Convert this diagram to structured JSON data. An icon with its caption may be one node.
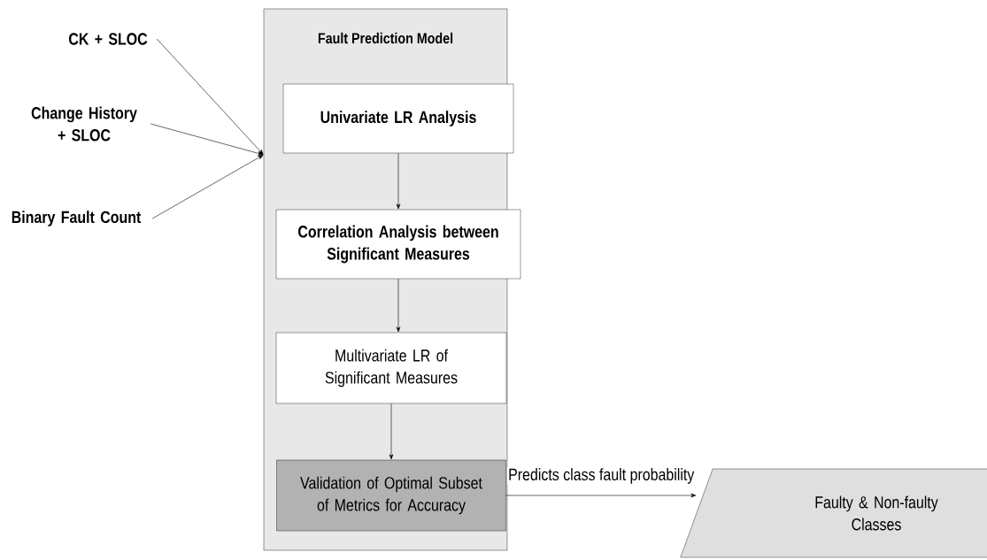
{
  "diagram": {
    "nodes": [
      {
        "text": [
          "Fault Prediction Model"
        ]
      },
      {
        "text": [
          "Univariate LR Analysis"
        ],
        "in": 0
      },
      {
        "text": [
          "Correlation Analysis between Significant Measures"
        ],
        "in": 0
      },
      {
        "text": [
          "Multivariate LR of Significant Measures"
        ],
        "in": 0
      },
      {
        "text": [
          "Validation of Optimal Subset of Metrics for Accuracy"
        ],
        "in": 0
      },
      {
        "text": [
          "Faulty & Non-faulty Classes"
        ]
      },
      {
        "text": [
          "CK + SLOC"
        ]
      },
      {
        "text": [
          "Change History + SLOC"
        ]
      },
      {
        "text": [
          "Binary Fault Count"
        ]
      }
    ],
    "edges": [
      {
        "from": 6,
        "to": 0,
        "arrow": "to"
      },
      {
        "from": 7,
        "to": 0,
        "arrow": "to"
      },
      {
        "from": 8,
        "to": 0,
        "arrow": "to"
      },
      {
        "from": 1,
        "to": 2,
        "arrow": "to"
      },
      {
        "from": 2,
        "to": 3,
        "arrow": "to"
      },
      {
        "from": 3,
        "to": 4,
        "arrow": "to"
      },
      {
        "from": 4,
        "to": 5,
        "arrow": "to",
        "label": "Predicts class fault probability"
      }
    ]
  }
}
